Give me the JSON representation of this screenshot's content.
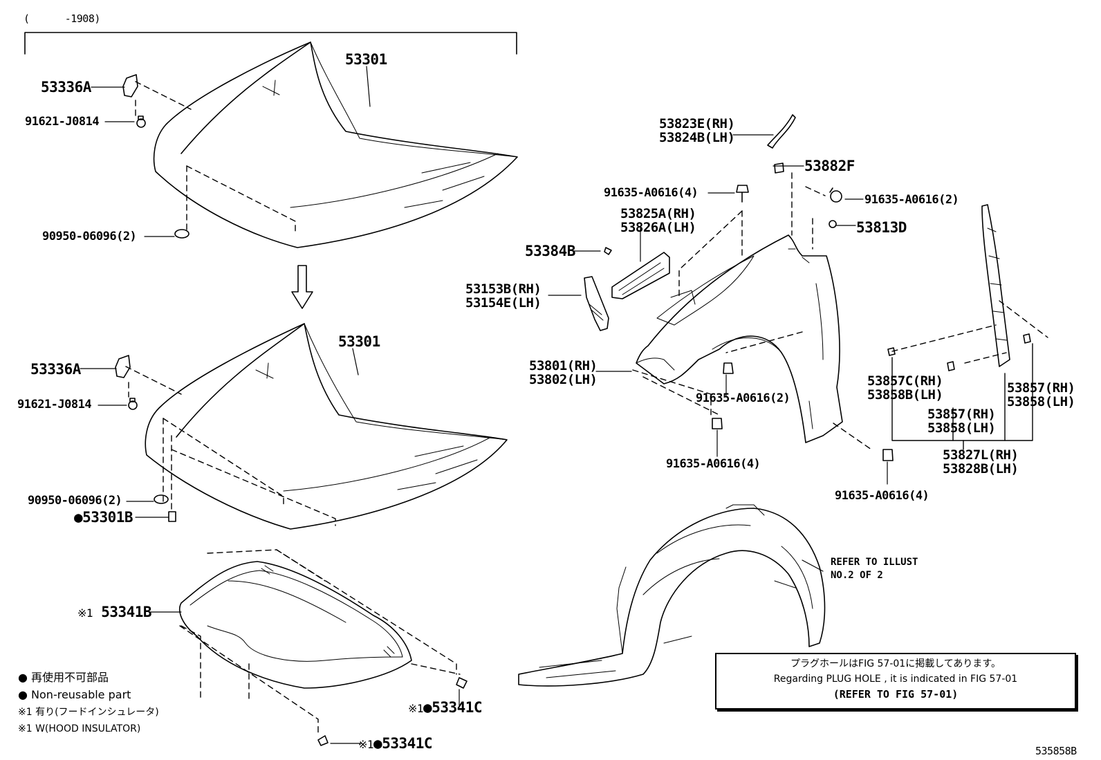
{
  "header": {
    "date_range": "(      -1908)"
  },
  "labels": {
    "hood_top": "53301",
    "hood_bottom": "53301",
    "hinge_top": "53336A",
    "hinge_bottom": "53336A",
    "bolt_top": "91621-J0814",
    "bolt_bottom": "91621-J0814",
    "cushion_top": "90950-06096(2)",
    "cushion_bottom": "90950-06096(2)",
    "retainer": "53301B",
    "insulator": "53341B",
    "clip_right": "53341C",
    "clip_bottom": "53341C",
    "mark_x1": "※1",
    "seal_rh": "53823E(RH)",
    "seal_lh": "53824B(LH)",
    "bracket_clip": "53882F",
    "bolt_4_top": "91635-A0616(4)",
    "bolt_2_top": "91635-A0616(2)",
    "nut": "53813D",
    "support_rh": "53825A(RH)",
    "support_lh": "53826A(LH)",
    "clip_53384": "53384B",
    "bracket_rh": "53153B(RH)",
    "bracket_lh": "53154E(LH)",
    "fender_rh": "53801(RH)",
    "fender_lh": "53802(LH)",
    "bolt_2_mid": "91635-A0616(2)",
    "bolt_4_mid": "91635-A0616(4)",
    "bolt_4_low": "91635-A0616(4)",
    "pad_c_rh": "53857C(RH)",
    "pad_b_lh": "53858B(LH)",
    "pad_rh_a": "53857(RH)",
    "pad_lh_a": "53858(LH)",
    "pad_rh_b": "53857(RH)",
    "pad_lh_b": "53858(LH)",
    "seal_side_rh": "53827L(RH)",
    "seal_side_lh": "53828B(LH)"
  },
  "legend": {
    "line1": "● 再使用不可部品",
    "line2": "● Non-reusable part",
    "line3": "※1 有り(フードインシュレータ)",
    "line4": "※1 W(HOOD INSULATOR)"
  },
  "refer": {
    "line1": "REFER TO ILLUST",
    "line2": "NO.2 OF 2"
  },
  "note": {
    "line1": "プラグホールはFIG 57-01に掲載してあります。",
    "line2": "Regarding  PLUG  HOLE , it is indicated in  FIG  57-01",
    "line3": "(REFER TO FIG 57-01)"
  },
  "figure_id": "535858B",
  "markers": {
    "non_reusable": "●"
  }
}
